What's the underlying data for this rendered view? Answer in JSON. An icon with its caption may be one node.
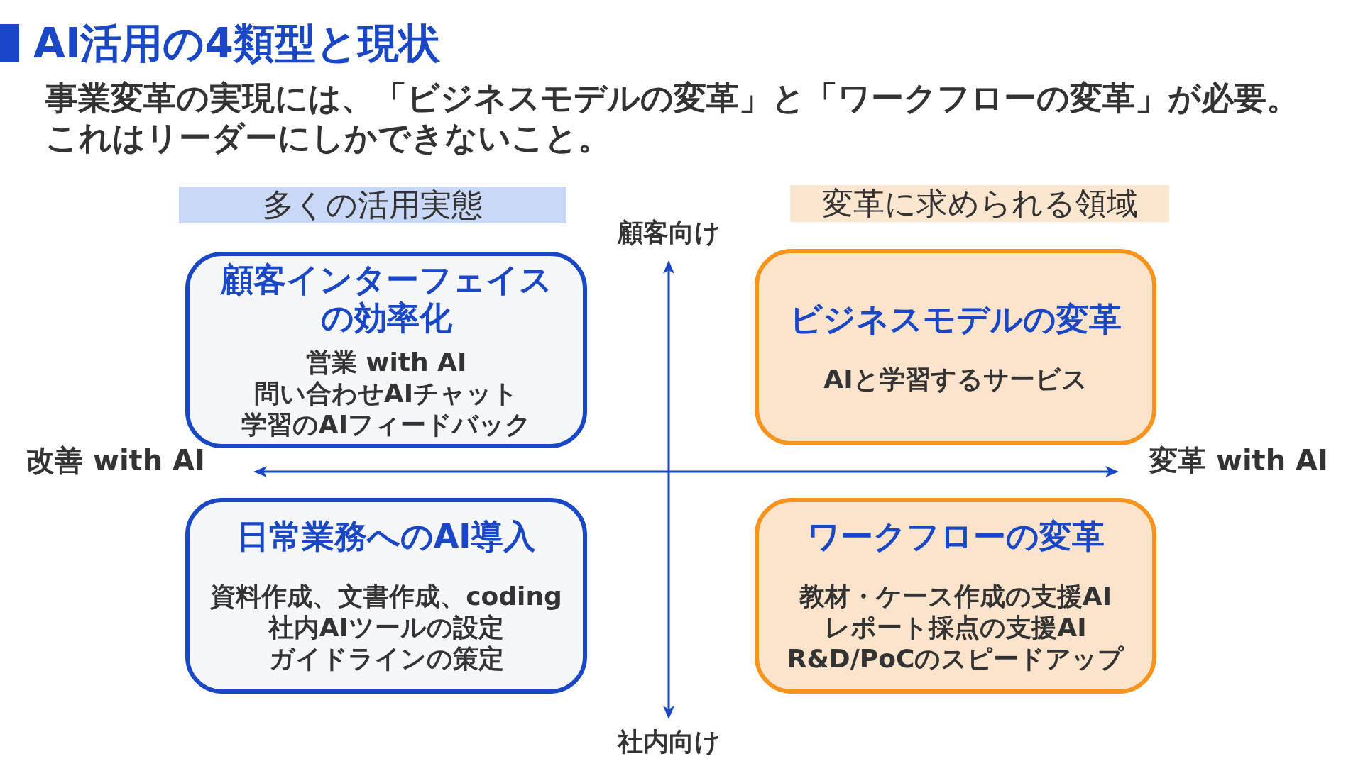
{
  "diagram": {
    "title": "AI活用の4類型と現状",
    "nodes": [
      {
        "text": [
          "多くの活用実態"
        ]
      },
      {
        "text": [
          "変革に求められる領域"
        ]
      },
      {
        "text": [
          "顧客インターフェイスの効率化",
          "営業 with AI",
          "問い合わせAIチャット",
          "学習のAIフィードバック"
        ]
      },
      {
        "text": [
          "ビジネスモデルの変革",
          "AIと学習するサービス"
        ]
      },
      {
        "text": [
          "日常業務へのAI導入",
          "資料作成、文書作成、coding",
          "社内AIツールの設定",
          "ガイドラインの策定"
        ]
      },
      {
        "text": [
          "ワークフローの変革",
          "教材・ケース作成の支援AI",
          "レポート採点の支援AI",
          "R&D/PoCのスピードアップ"
        ]
      }
    ],
    "labels": [
      "事業変革の実現には、「ビジネスモデルの変革」と「ワークフローの変革」が必要。これはリーダーにしかできないこと。",
      "顧客向け",
      "改善 with AI",
      "変革 with AI",
      "社内向け"
    ]
  }
}
